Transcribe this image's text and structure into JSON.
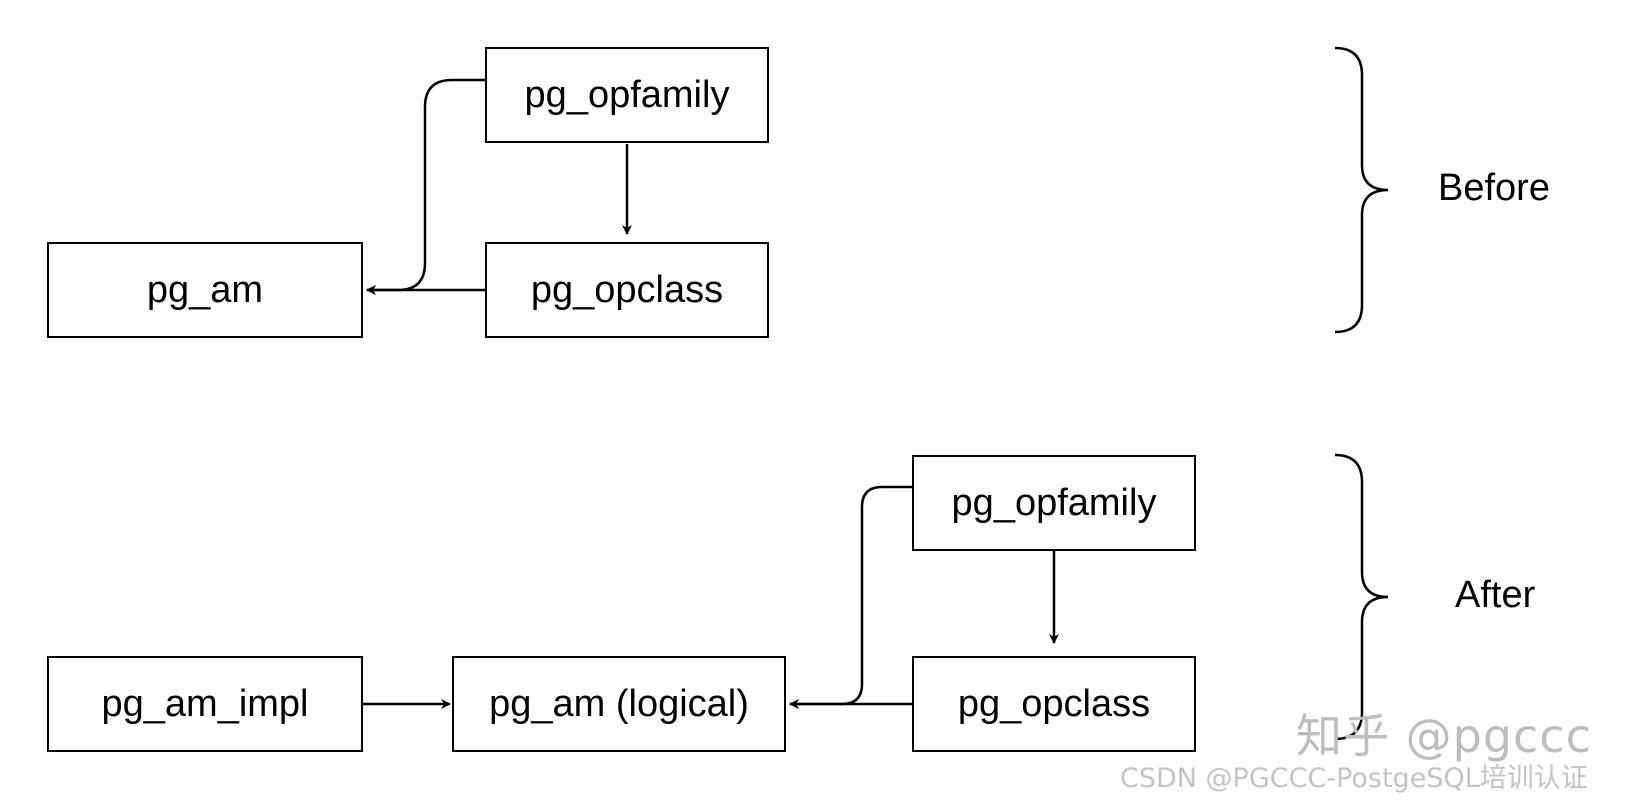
{
  "diagram": {
    "before": {
      "label": "Before",
      "nodes": {
        "opfamily": "pg_opfamily",
        "opclass": "pg_opclass",
        "am": "pg_am"
      }
    },
    "after": {
      "label": "After",
      "nodes": {
        "opfamily": "pg_opfamily",
        "opclass": "pg_opclass",
        "am_logical": "pg_am (logical)",
        "am_impl": "pg_am_impl"
      }
    },
    "edges": [
      {
        "group": "before",
        "from": "opfamily",
        "to": "opclass"
      },
      {
        "group": "before",
        "from": "opfamily",
        "to": "am"
      },
      {
        "group": "before",
        "from": "opclass",
        "to": "am"
      },
      {
        "group": "after",
        "from": "opfamily",
        "to": "opclass"
      },
      {
        "group": "after",
        "from": "opfamily",
        "to": "am_logical"
      },
      {
        "group": "after",
        "from": "opclass",
        "to": "am_logical"
      },
      {
        "group": "after",
        "from": "am_impl",
        "to": "am_logical"
      }
    ]
  },
  "watermark": {
    "primary": "知乎 @pgccc",
    "secondary": "CSDN @PGCCC-PostgeSQL培训认证"
  }
}
